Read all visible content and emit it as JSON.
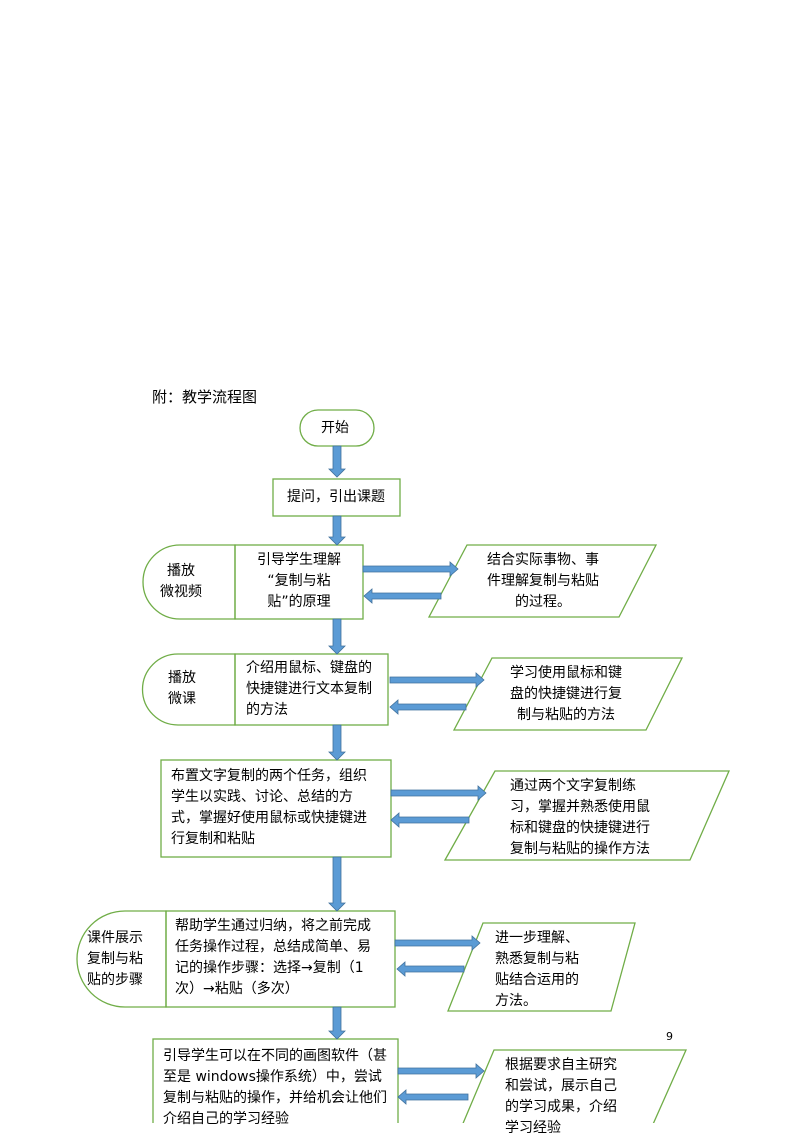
{
  "heading": "附：教学流程图",
  "page_number": "9",
  "colors": {
    "box_border": "#70ad47",
    "arrow_fill": "#5b9bd5",
    "arrow_stroke": "#41719c"
  },
  "flow": {
    "start": "开始",
    "step1": "提问，引出课题",
    "step2": {
      "side": [
        "播放",
        "微视频"
      ],
      "main": [
        "引导学生理解",
        "“复制与粘",
        "贴”的原理"
      ],
      "student": [
        "结合实际事物、事",
        "件理解复制与粘贴",
        "的过程。"
      ]
    },
    "step3": {
      "side": [
        "播放",
        "微课"
      ],
      "main": [
        "介绍用鼠标、键盘的",
        "快捷键进行文本复制",
        "的方法"
      ],
      "student": [
        "学习使用鼠标和键",
        "盘的快捷键进行复",
        "制与粘贴的方法"
      ]
    },
    "step4": {
      "main": [
        "布置文字复制的两个任务，组织",
        "学生以实践、讨论、总结的方",
        "式，掌握好使用鼠标或快捷键进",
        "行复制和粘贴"
      ],
      "student": [
        "通过两个文字复制练",
        "习，掌握并熟悉使用鼠",
        "标和键盘的快捷键进行",
        "复制与粘贴的操作方法"
      ]
    },
    "step5": {
      "side": [
        "课件展示",
        "复制与粘",
        "贴的步骤"
      ],
      "main": [
        "帮助学生通过归纳，将之前完成",
        "任务操作过程，总结成简单、易",
        "记的操作步骤：选择→复制（1",
        "次）→粘贴（多次）"
      ],
      "student": [
        "进一步理解、",
        "熟悉复制与粘",
        "贴结合运用的",
        "方法。"
      ]
    },
    "step6": {
      "main": [
        "引导学生可以在不同的画图软件（甚",
        "至是 windows操作系统）中，尝试",
        "复制与粘贴的操作，并给机会让他们",
        "介绍自己的学习经验"
      ],
      "student": [
        "根据要求自主研究",
        "和尝试，展示自己",
        "的学习成果，介绍",
        "学习经验"
      ]
    }
  }
}
